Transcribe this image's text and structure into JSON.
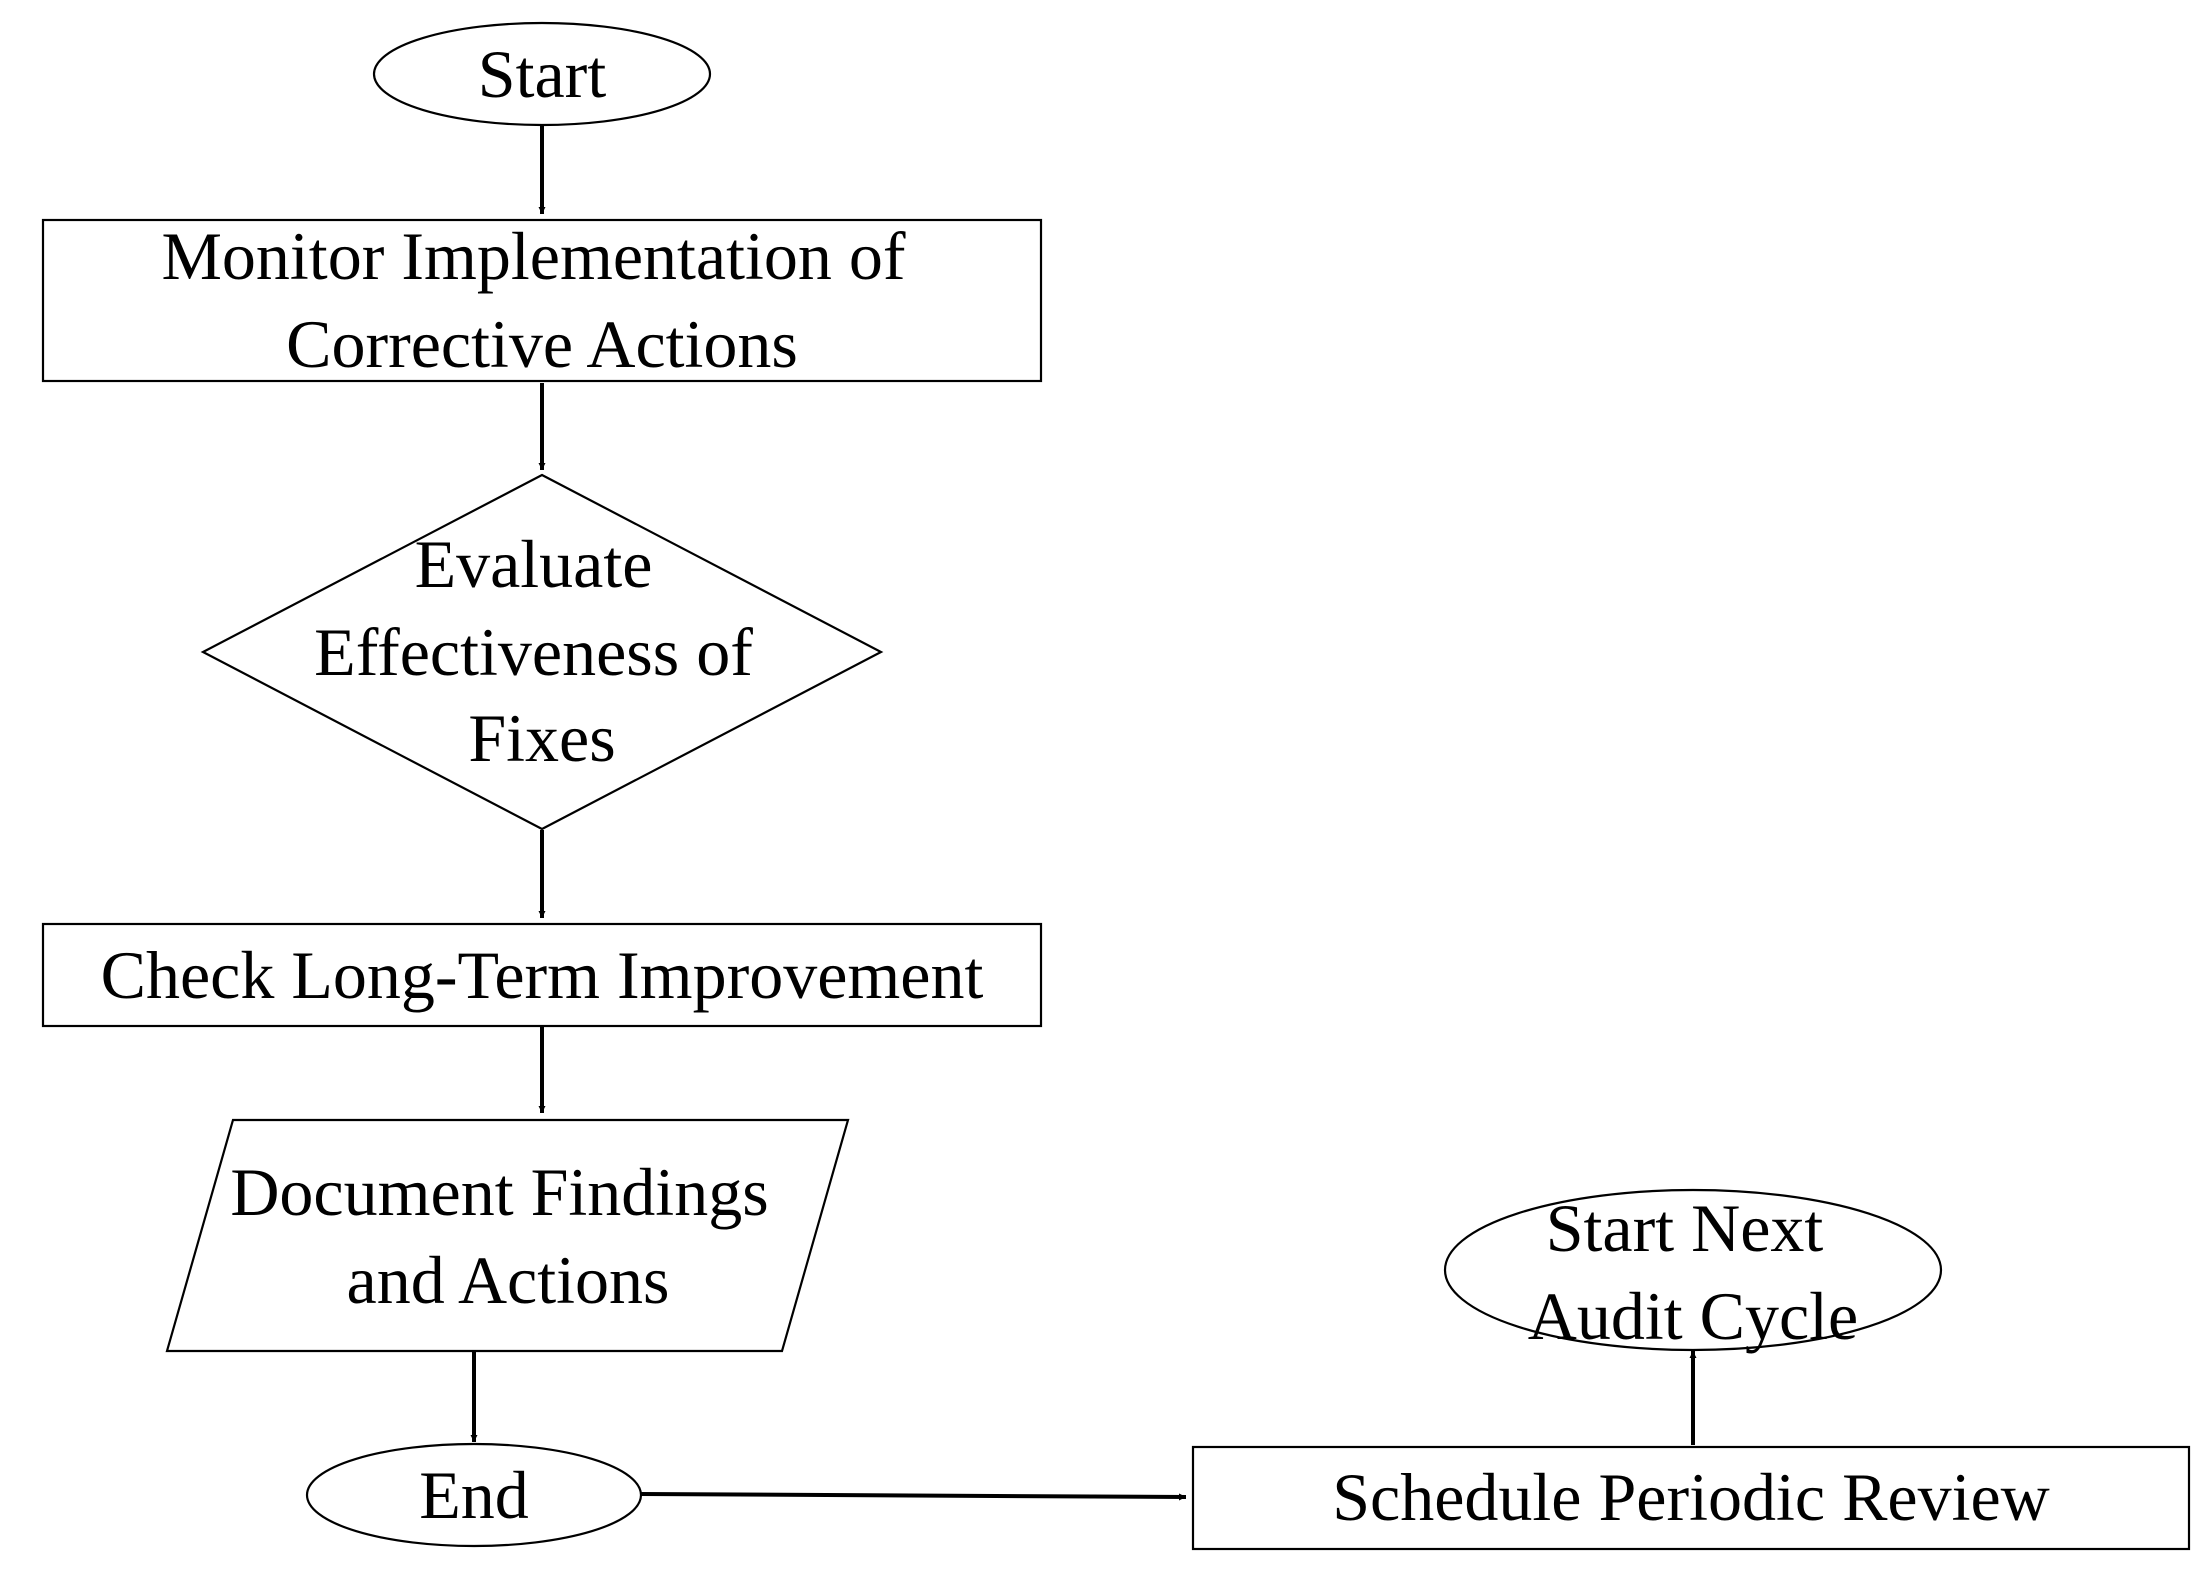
{
  "diagram": {
    "nodes": {
      "start": {
        "shape": "ellipse",
        "lines": [
          "Start"
        ]
      },
      "monitor": {
        "shape": "rectangle",
        "lines": [
          "Monitor Implementation of",
          "Corrective Actions"
        ]
      },
      "evaluate": {
        "shape": "diamond",
        "lines": [
          "Evaluate",
          "Effectiveness of",
          "Fixes"
        ]
      },
      "check": {
        "shape": "rectangle",
        "lines": [
          "Check Long-Term Improvement"
        ]
      },
      "document": {
        "shape": "parallelogram",
        "lines": [
          "Document Findings",
          "and Actions"
        ]
      },
      "end": {
        "shape": "ellipse",
        "lines": [
          "End"
        ]
      },
      "schedule": {
        "shape": "rectangle",
        "lines": [
          "Schedule Periodic Review"
        ]
      },
      "next_cycle": {
        "shape": "ellipse",
        "lines": [
          "Start Next",
          "Audit Cycle"
        ]
      }
    },
    "edges": [
      {
        "from": "start",
        "to": "monitor"
      },
      {
        "from": "monitor",
        "to": "evaluate"
      },
      {
        "from": "evaluate",
        "to": "check"
      },
      {
        "from": "check",
        "to": "document"
      },
      {
        "from": "document",
        "to": "end"
      },
      {
        "from": "end",
        "to": "schedule"
      },
      {
        "from": "schedule",
        "to": "next_cycle"
      }
    ],
    "colors": {
      "stroke": "#000000",
      "fill": "#ffffff",
      "text": "#000000"
    }
  }
}
